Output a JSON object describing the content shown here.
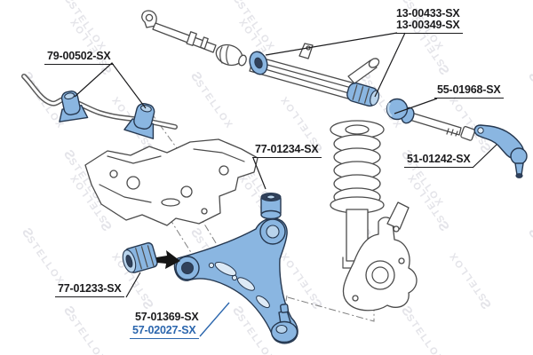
{
  "watermark": {
    "brand": "STELLOX",
    "logo_glyph": "Ƨ",
    "color": "#e4e4e9"
  },
  "colors": {
    "background": "#ffffff",
    "lineart_gray": "#4b4b4b",
    "part_highlight_blue": "#8ab6e1",
    "part_highlight_light": "#b9d4ec",
    "part_highlight_dark": "#31415a",
    "part_outline": "#263850",
    "label_black": "#1c1c1e",
    "label_blue": "#2b66ad"
  },
  "labels": [
    {
      "part_number": "79-00502-SX",
      "refers_to": "stabilizer-bar-bushings",
      "style": "black-underlined"
    },
    {
      "part_number": "13-00433-SX",
      "refers_to": "steering-rack-mounts",
      "style": "black"
    },
    {
      "part_number": "13-00349-SX",
      "refers_to": "steering-rack-mounts",
      "style": "black-underlined"
    },
    {
      "part_number": "55-01968-SX",
      "refers_to": "inner-tie-rod",
      "style": "black-underlined"
    },
    {
      "part_number": "51-01242-SX",
      "refers_to": "tie-rod-end",
      "style": "black-underlined"
    },
    {
      "part_number": "77-01234-SX",
      "refers_to": "control-arm-front-bushing",
      "style": "black-underlined"
    },
    {
      "part_number": "77-01233-SX",
      "refers_to": "control-arm-rear-bushing",
      "style": "black-underlined"
    },
    {
      "part_number": "57-01369-SX",
      "refers_to": "control-arm",
      "style": "black"
    },
    {
      "part_number": "57-02027-SX",
      "refers_to": "control-arm",
      "style": "blue-highlighted-underlined"
    }
  ]
}
